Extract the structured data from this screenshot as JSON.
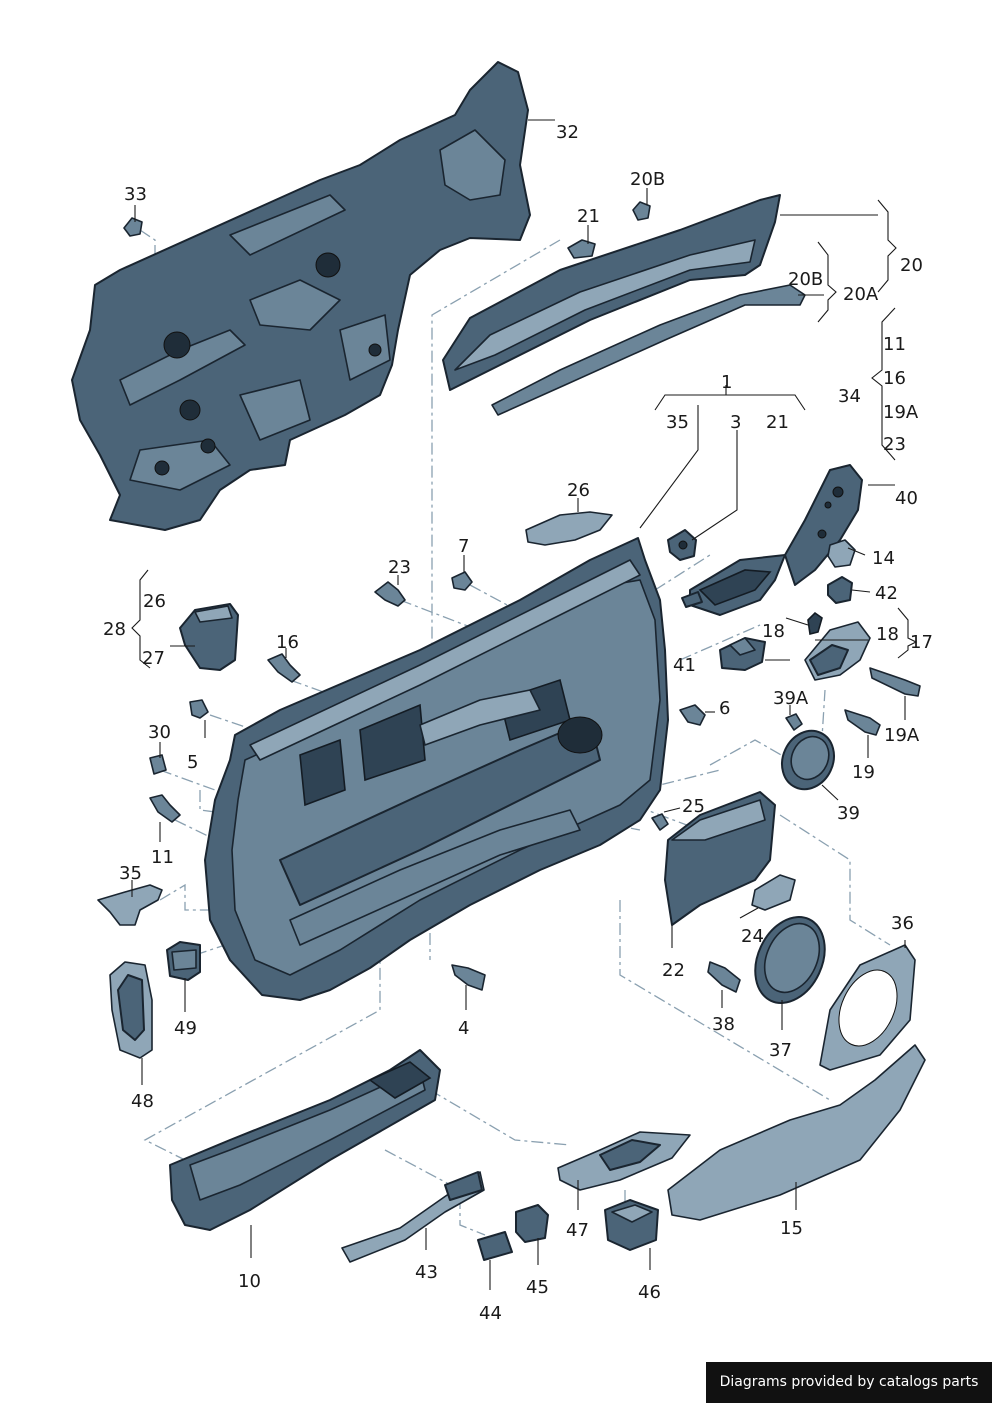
{
  "footer": {
    "credit": "Diagrams provided by catalogs parts"
  },
  "labels": {
    "l1": "1",
    "l3": "3",
    "l4": "4",
    "l5": "5",
    "l6": "6",
    "l7": "7",
    "l10": "10",
    "l11a": "11",
    "l11b": "11",
    "l14": "14",
    "l15": "15",
    "l16a": "16",
    "l16b": "16",
    "l17": "17",
    "l18a": "18",
    "l18b": "18",
    "l19": "19",
    "l19a1": "19A",
    "l19a2": "19A",
    "l20": "20",
    "l20a": "20A",
    "l20b1": "20B",
    "l20b2": "20B",
    "l21a": "21",
    "l21b": "21",
    "l22": "22",
    "l23a": "23",
    "l23b": "23",
    "l24": "24",
    "l25": "25",
    "l26a": "26",
    "l26b": "26",
    "l27": "27",
    "l28": "28",
    "l30": "30",
    "l32": "32",
    "l33": "33",
    "l34": "34",
    "l35a": "35",
    "l35b": "35",
    "l36": "36",
    "l37": "37",
    "l38": "38",
    "l39": "39",
    "l39a": "39A",
    "l40": "40",
    "l41": "41",
    "l42": "42",
    "l43": "43",
    "l44": "44",
    "l45": "45",
    "l46": "46",
    "l47": "47",
    "l48": "48",
    "l49": "49"
  }
}
